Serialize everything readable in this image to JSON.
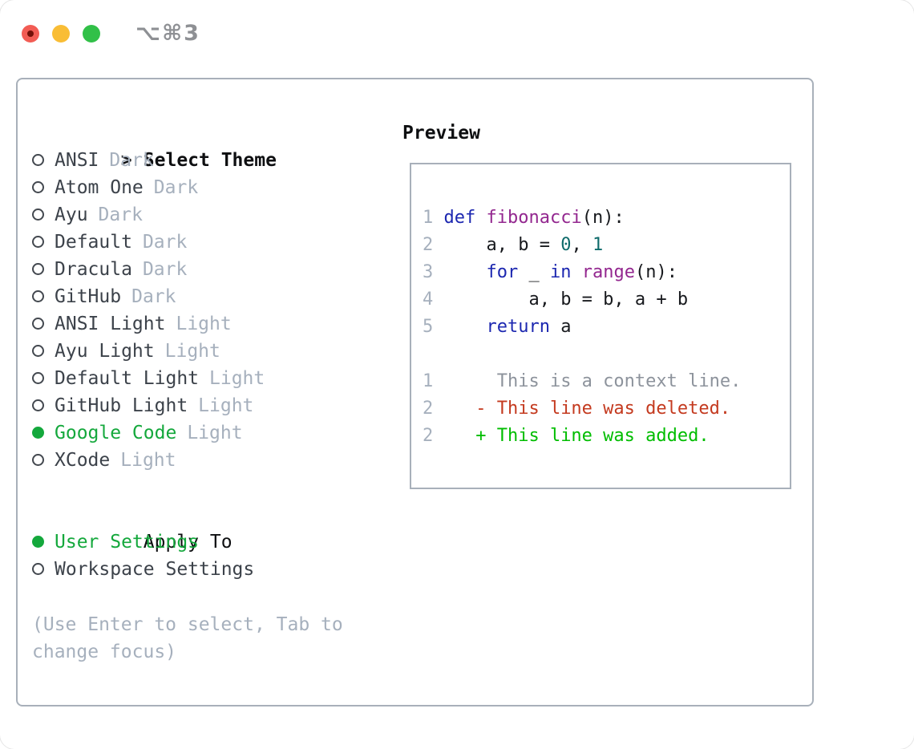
{
  "window": {
    "title": "⌥⌘3"
  },
  "traffic_lights": {
    "close": "close",
    "minimize": "minimize",
    "zoom": "zoom"
  },
  "theme_panel": {
    "header_marker": ">",
    "header": "Select Theme",
    "items": [
      {
        "name": "ANSI",
        "variant": "Dark",
        "selected": false
      },
      {
        "name": "Atom One",
        "variant": "Dark",
        "selected": false
      },
      {
        "name": "Ayu",
        "variant": "Dark",
        "selected": false
      },
      {
        "name": "Default",
        "variant": "Dark",
        "selected": false
      },
      {
        "name": "Dracula",
        "variant": "Dark",
        "selected": false
      },
      {
        "name": "GitHub",
        "variant": "Dark",
        "selected": false
      },
      {
        "name": "ANSI Light",
        "variant": "Light",
        "selected": false
      },
      {
        "name": "Ayu Light",
        "variant": "Light",
        "selected": false
      },
      {
        "name": "Default Light",
        "variant": "Light",
        "selected": false
      },
      {
        "name": "GitHub Light",
        "variant": "Light",
        "selected": false
      },
      {
        "name": "Google Code",
        "variant": "Light",
        "selected": true
      },
      {
        "name": "XCode",
        "variant": "Light",
        "selected": false
      }
    ],
    "apply_to": {
      "header": "Apply To",
      "options": [
        {
          "name": "User Settings",
          "selected": true
        },
        {
          "name": "Workspace Settings",
          "selected": false
        }
      ]
    },
    "footer": "(Use Enter to select, Tab to change focus)"
  },
  "preview": {
    "header": "Preview",
    "code_lines": [
      {
        "num": "1",
        "tokens": [
          {
            "t": "def",
            "c": "keyword"
          },
          {
            "t": " ",
            "c": "plain"
          },
          {
            "t": "fibonacci",
            "c": "title"
          },
          {
            "t": "(n):",
            "c": "plain"
          }
        ]
      },
      {
        "num": "2",
        "tokens": [
          {
            "t": "    a, b = ",
            "c": "plain"
          },
          {
            "t": "0",
            "c": "number"
          },
          {
            "t": ", ",
            "c": "plain"
          },
          {
            "t": "1",
            "c": "number"
          }
        ]
      },
      {
        "num": "3",
        "tokens": [
          {
            "t": "    ",
            "c": "plain"
          },
          {
            "t": "for",
            "c": "keyword"
          },
          {
            "t": " _ ",
            "c": "plain"
          },
          {
            "t": "in",
            "c": "keyword"
          },
          {
            "t": " ",
            "c": "plain"
          },
          {
            "t": "range",
            "c": "title"
          },
          {
            "t": "(n):",
            "c": "plain"
          }
        ]
      },
      {
        "num": "4",
        "tokens": [
          {
            "t": "        a, b = b, a + b",
            "c": "plain"
          }
        ]
      },
      {
        "num": "5",
        "tokens": [
          {
            "t": "    ",
            "c": "plain"
          },
          {
            "t": "return",
            "c": "keyword"
          },
          {
            "t": " a",
            "c": "plain"
          }
        ]
      }
    ],
    "diff_lines": [
      {
        "num": "1",
        "marker": " ",
        "text": "This is a context line.",
        "kind": "context"
      },
      {
        "num": "2",
        "marker": "-",
        "text": "This line was deleted.",
        "kind": "deleted"
      },
      {
        "num": "2",
        "marker": "+",
        "text": "This line was added.",
        "kind": "added"
      }
    ]
  },
  "colors": {
    "accent_green": "#14a83c",
    "keyword": "#1c27b0",
    "function_name": "#93278f",
    "number": "#0f6b6b",
    "code_plain": "#17191d",
    "deleted": "#c43a1f",
    "added": "#00bd00",
    "muted": "#a6b0bd",
    "context_text": "#8d939c",
    "item_text": "#3c424a",
    "header_text": "#0e0f11",
    "border": "#a8b0ba",
    "titlebar_text": "#8e9094",
    "light_red": "#f25c54",
    "light_red_dot": "#731008",
    "light_yellow": "#f9bd35",
    "light_green": "#31c048"
  }
}
